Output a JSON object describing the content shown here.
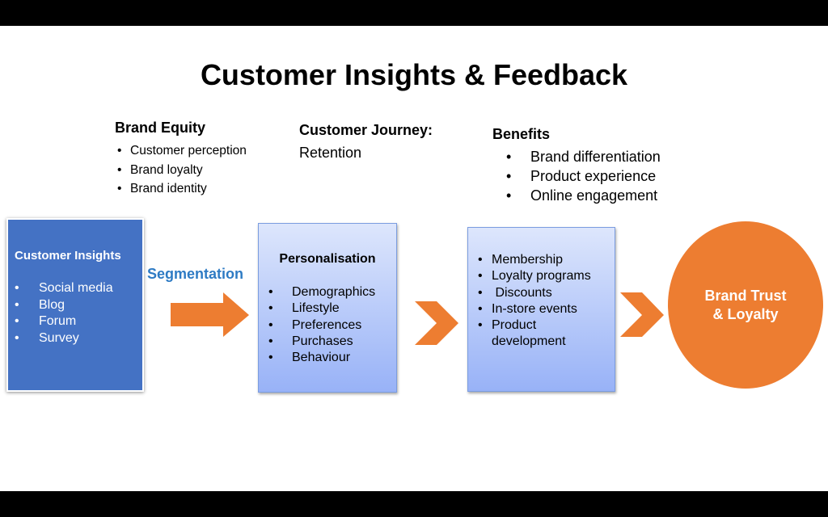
{
  "title": "Customer Insights & Feedback",
  "brand_equity": {
    "heading": "Brand Equity",
    "items": [
      "Customer perception",
      "Brand loyalty",
      "Brand identity"
    ]
  },
  "customer_journey": {
    "heading": "Customer Journey:",
    "value": "Retention"
  },
  "benefits": {
    "heading": "Benefits",
    "items": [
      "Brand differentiation",
      "Product experience",
      "Online engagement"
    ]
  },
  "insights_box": {
    "heading": "Customer Insights",
    "items": [
      "Social media",
      "Blog",
      "Forum",
      "Survey"
    ]
  },
  "segmentation_label": "Segmentation",
  "personalisation_box": {
    "heading": "Personalisation",
    "items": [
      "Demographics",
      "Lifestyle",
      "Preferences",
      "Purchases",
      "Behaviour"
    ]
  },
  "programs_box": {
    "items": [
      "Membership",
      "Loyalty programs",
      " Discounts",
      "In-store events",
      "Product development"
    ]
  },
  "outcome": {
    "line1": "Brand Trust",
    "line2": "& Loyalty"
  },
  "colors": {
    "orange": "#ed7d31",
    "blue": "#4472c4",
    "segmentation": "#2e7bc4"
  }
}
